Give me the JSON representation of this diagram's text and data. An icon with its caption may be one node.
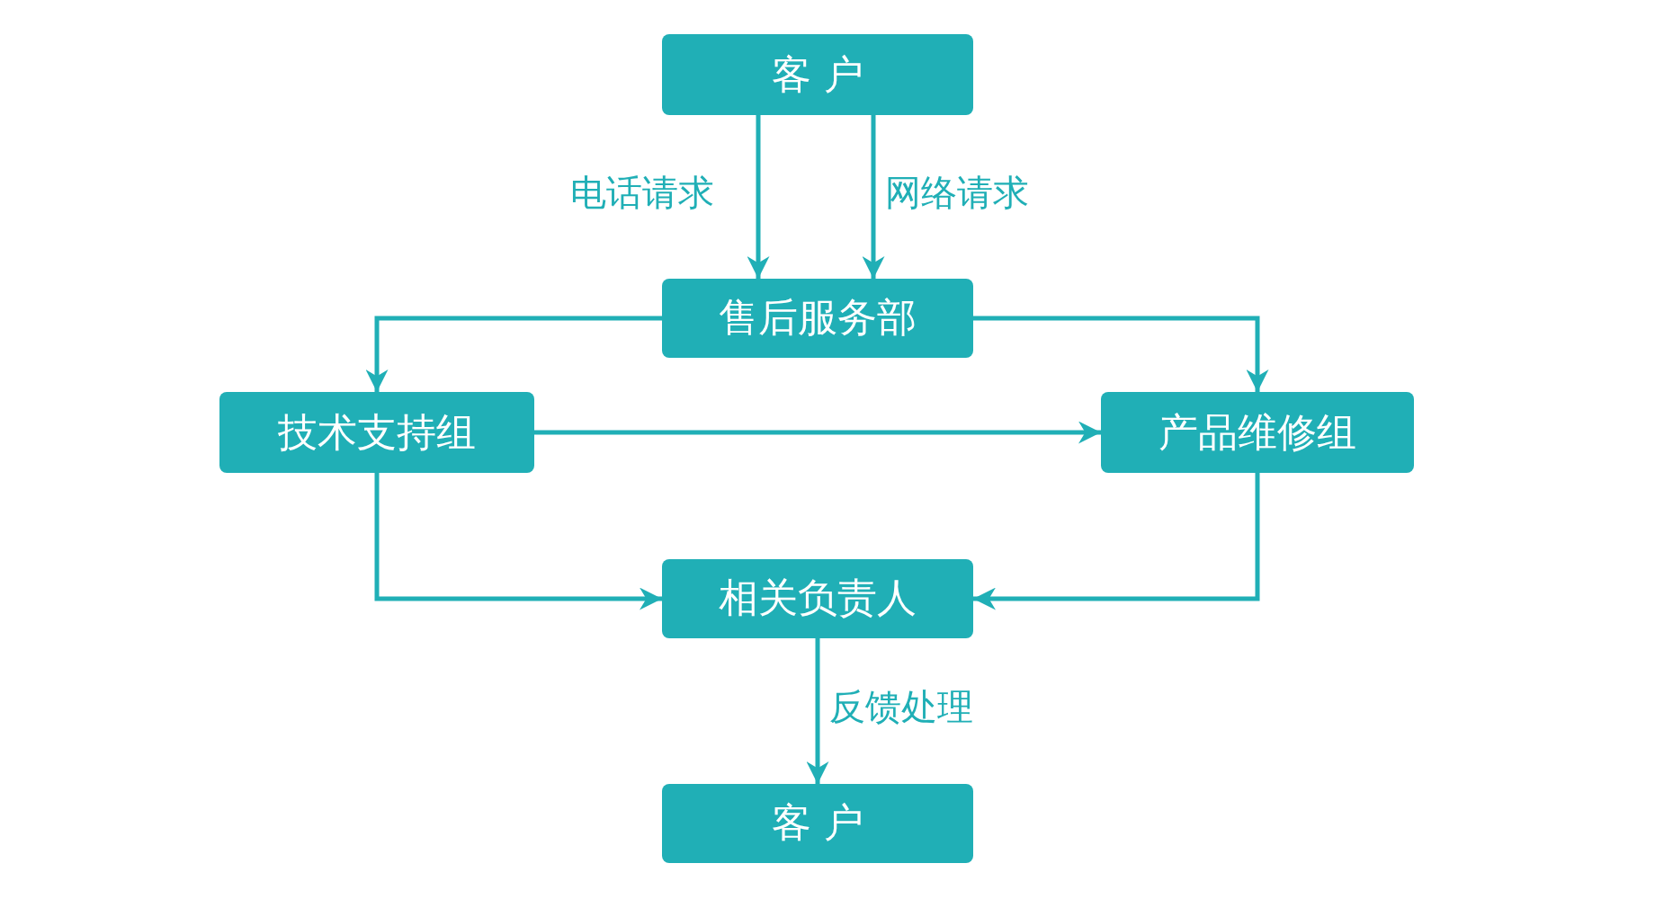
{
  "diagram": {
    "nodes": [
      {
        "text": [
          "客 户"
        ]
      },
      {
        "text": [
          "售后服务部"
        ]
      },
      {
        "text": [
          "技术支持组"
        ]
      },
      {
        "text": [
          "产品维修组"
        ]
      },
      {
        "text": [
          "相关负责人"
        ]
      },
      {
        "text": [
          "客 户"
        ]
      }
    ],
    "edges": [
      {
        "from": 0,
        "to": 1,
        "arrow": "to",
        "label": "电话请求"
      },
      {
        "from": 0,
        "to": 1,
        "arrow": "to",
        "label": "网络请求"
      },
      {
        "from": 1,
        "to": 2,
        "arrow": "to"
      },
      {
        "from": 1,
        "to": 3,
        "arrow": "to"
      },
      {
        "from": 2,
        "to": 3,
        "arrow": "to"
      },
      {
        "from": 2,
        "to": 4,
        "arrow": "to"
      },
      {
        "from": 3,
        "to": 4,
        "arrow": "to"
      },
      {
        "from": 4,
        "to": 5,
        "arrow": "to",
        "label": "反馈处理"
      }
    ]
  }
}
